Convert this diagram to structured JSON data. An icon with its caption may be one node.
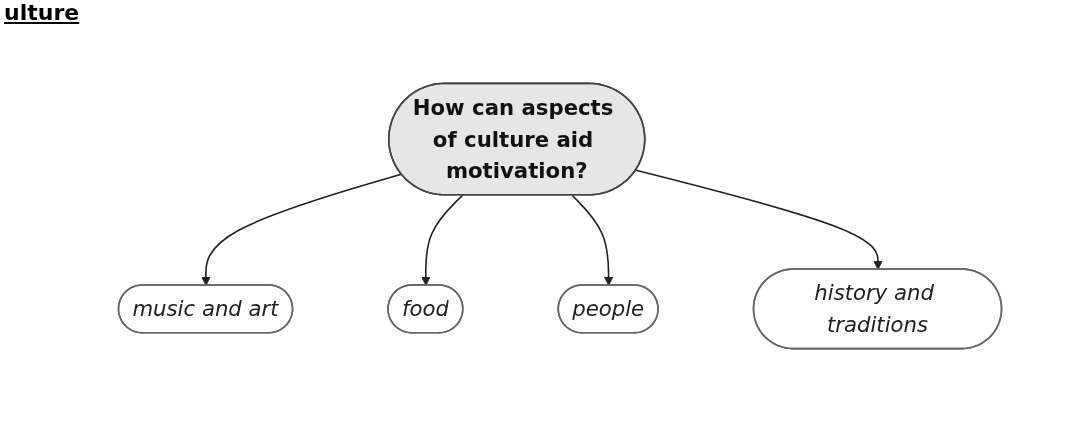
{
  "diagram": {
    "title": "ulture",
    "nodes": [
      {
        "text": [
          "How can aspects of culture aid motivation?"
        ]
      },
      {
        "text": [
          "music and art"
        ]
      },
      {
        "text": [
          "food"
        ]
      },
      {
        "text": [
          "people"
        ]
      },
      {
        "text": [
          "history and traditions"
        ]
      }
    ],
    "edges": [
      {
        "from": 0,
        "to": 1,
        "arrow": "to"
      },
      {
        "from": 0,
        "to": 2,
        "arrow": "to"
      },
      {
        "from": 0,
        "to": 3,
        "arrow": "to"
      },
      {
        "from": 0,
        "to": 4,
        "arrow": "to"
      }
    ]
  }
}
